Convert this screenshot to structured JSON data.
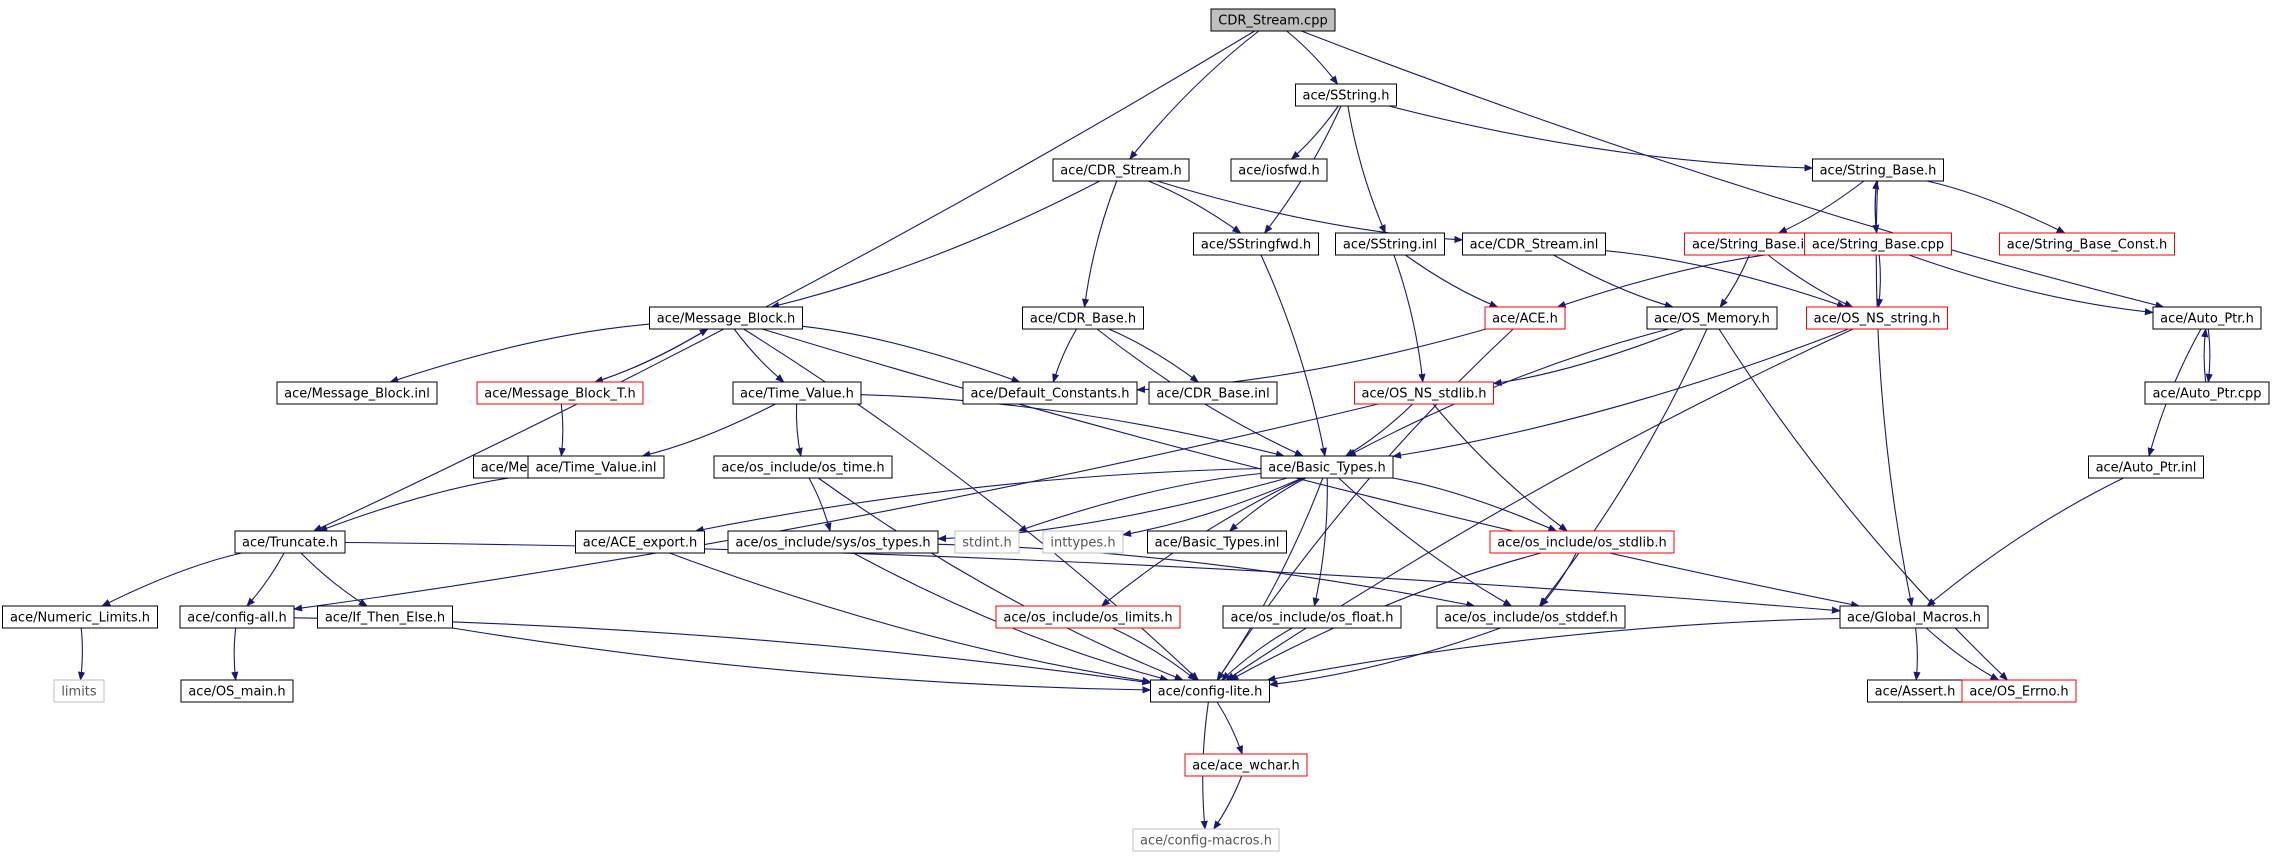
{
  "colors": {
    "edge": "#191970",
    "box_normal": "#000000",
    "box_red": "#ff0000",
    "box_grey": "#bfbfbf",
    "root_fill": "#bfbfbf"
  },
  "nodes": [
    {
      "id": "cdr_stream_cpp",
      "label": "CDR_Stream.cpp",
      "style": "root"
    },
    {
      "id": "sstring_h",
      "label": "ace/SString.h",
      "style": "normal"
    },
    {
      "id": "cdr_stream_h",
      "label": "ace/CDR_Stream.h",
      "style": "normal"
    },
    {
      "id": "iosfwd_h",
      "label": "ace/iosfwd.h",
      "style": "normal"
    },
    {
      "id": "string_base_h",
      "label": "ace/String_Base.h",
      "style": "normal"
    },
    {
      "id": "sstringfwd_h",
      "label": "ace/SStringfwd.h",
      "style": "normal"
    },
    {
      "id": "sstring_inl",
      "label": "ace/SString.inl",
      "style": "normal"
    },
    {
      "id": "cdr_stream_inl",
      "label": "ace/CDR_Stream.inl",
      "style": "normal"
    },
    {
      "id": "string_base_inl",
      "label": "ace/String_Base.inl",
      "style": "red"
    },
    {
      "id": "string_base_cpp",
      "label": "ace/String_Base.cpp",
      "style": "red"
    },
    {
      "id": "string_base_const_h",
      "label": "ace/String_Base_Const.h",
      "style": "red"
    },
    {
      "id": "message_block_h",
      "label": "ace/Message_Block.h",
      "style": "normal"
    },
    {
      "id": "cdr_base_h",
      "label": "ace/CDR_Base.h",
      "style": "normal"
    },
    {
      "id": "ace_h",
      "label": "ace/ACE.h",
      "style": "red"
    },
    {
      "id": "os_memory_h",
      "label": "ace/OS_Memory.h",
      "style": "normal"
    },
    {
      "id": "os_ns_string_h",
      "label": "ace/OS_NS_string.h",
      "style": "red"
    },
    {
      "id": "auto_ptr_h",
      "label": "ace/Auto_Ptr.h",
      "style": "normal"
    },
    {
      "id": "message_block_inl",
      "label": "ace/Message_Block.inl",
      "style": "normal"
    },
    {
      "id": "message_block_t_h",
      "label": "ace/Message_Block_T.h",
      "style": "red"
    },
    {
      "id": "time_value_h",
      "label": "ace/Time_Value.h",
      "style": "normal"
    },
    {
      "id": "default_constants_h",
      "label": "ace/Default_Constants.h",
      "style": "normal"
    },
    {
      "id": "cdr_base_inl",
      "label": "ace/CDR_Base.inl",
      "style": "normal"
    },
    {
      "id": "os_ns_stdlib_h",
      "label": "ace/OS_NS_stdlib.h",
      "style": "red"
    },
    {
      "id": "auto_ptr_cpp",
      "label": "ace/Auto_Ptr.cpp",
      "style": "normal"
    },
    {
      "id": "message_block_t_inl",
      "label": "ace/Message_Block_T.inl",
      "style": "normal"
    },
    {
      "id": "time_value_inl",
      "label": "ace/Time_Value.inl",
      "style": "normal"
    },
    {
      "id": "os_time_h",
      "label": "ace/os_include/os_time.h",
      "style": "normal"
    },
    {
      "id": "basic_types_h",
      "label": "ace/Basic_Types.h",
      "style": "normal"
    },
    {
      "id": "auto_ptr_inl",
      "label": "ace/Auto_Ptr.inl",
      "style": "normal"
    },
    {
      "id": "truncate_h",
      "label": "ace/Truncate.h",
      "style": "normal"
    },
    {
      "id": "ace_export_h",
      "label": "ace/ACE_export.h",
      "style": "normal"
    },
    {
      "id": "os_types_h",
      "label": "ace/os_include/sys/os_types.h",
      "style": "normal"
    },
    {
      "id": "stdint_h",
      "label": "stdint.h",
      "style": "grey"
    },
    {
      "id": "inttypes_h",
      "label": "inttypes.h",
      "style": "grey"
    },
    {
      "id": "basic_types_inl",
      "label": "ace/Basic_Types.inl",
      "style": "normal"
    },
    {
      "id": "os_stdlib_h",
      "label": "ace/os_include/os_stdlib.h",
      "style": "red"
    },
    {
      "id": "numeric_limits_h",
      "label": "ace/Numeric_Limits.h",
      "style": "normal"
    },
    {
      "id": "config_all_h",
      "label": "ace/config-all.h",
      "style": "normal"
    },
    {
      "id": "if_then_else_h",
      "label": "ace/If_Then_Else.h",
      "style": "normal"
    },
    {
      "id": "os_limits_h",
      "label": "ace/os_include/os_limits.h",
      "style": "red"
    },
    {
      "id": "os_float_h",
      "label": "ace/os_include/os_float.h",
      "style": "normal"
    },
    {
      "id": "os_stddef_h",
      "label": "ace/os_include/os_stddef.h",
      "style": "normal"
    },
    {
      "id": "global_macros_h",
      "label": "ace/Global_Macros.h",
      "style": "normal"
    },
    {
      "id": "limits",
      "label": "limits",
      "style": "grey"
    },
    {
      "id": "os_main_h",
      "label": "ace/OS_main.h",
      "style": "normal"
    },
    {
      "id": "config_lite_h",
      "label": "ace/config-lite.h",
      "style": "normal"
    },
    {
      "id": "assert_h",
      "label": "ace/Assert.h",
      "style": "normal"
    },
    {
      "id": "os_errno_h",
      "label": "ace/OS_Errno.h",
      "style": "red"
    },
    {
      "id": "ace_wchar_h",
      "label": "ace/ace_wchar.h",
      "style": "red"
    },
    {
      "id": "config_macros_h",
      "label": "ace/config-macros.h",
      "style": "grey"
    }
  ],
  "edges": [
    [
      "cdr_stream_cpp",
      "sstring_h"
    ],
    [
      "cdr_stream_cpp",
      "cdr_stream_h"
    ],
    [
      "cdr_stream_cpp",
      "truncate_h"
    ],
    [
      "cdr_stream_cpp",
      "auto_ptr_h"
    ],
    [
      "sstring_h",
      "iosfwd_h"
    ],
    [
      "sstring_h",
      "string_base_h"
    ],
    [
      "sstring_h",
      "sstringfwd_h"
    ],
    [
      "sstring_h",
      "sstring_inl"
    ],
    [
      "cdr_stream_h",
      "sstringfwd_h"
    ],
    [
      "cdr_stream_h",
      "cdr_stream_inl"
    ],
    [
      "cdr_stream_h",
      "message_block_h"
    ],
    [
      "cdr_stream_h",
      "cdr_base_h"
    ],
    [
      "string_base_h",
      "string_base_inl"
    ],
    [
      "string_base_h",
      "string_base_cpp"
    ],
    [
      "string_base_h",
      "string_base_const_h"
    ],
    [
      "string_base_h",
      "global_macros_h"
    ],
    [
      "string_base_cpp",
      "string_base_h"
    ],
    [
      "string_base_cpp",
      "ace_h"
    ],
    [
      "string_base_cpp",
      "os_ns_string_h"
    ],
    [
      "string_base_cpp",
      "auto_ptr_h"
    ],
    [
      "string_base_inl",
      "os_memory_h"
    ],
    [
      "string_base_inl",
      "os_ns_string_h"
    ],
    [
      "sstringfwd_h",
      "basic_types_h"
    ],
    [
      "sstring_inl",
      "ace_h"
    ],
    [
      "sstring_inl",
      "os_ns_stdlib_h"
    ],
    [
      "cdr_stream_inl",
      "os_memory_h"
    ],
    [
      "cdr_stream_inl",
      "os_ns_string_h"
    ],
    [
      "message_block_h",
      "message_block_inl"
    ],
    [
      "message_block_h",
      "message_block_t_h"
    ],
    [
      "message_block_h",
      "time_value_h"
    ],
    [
      "message_block_h",
      "default_constants_h"
    ],
    [
      "message_block_h",
      "global_macros_h"
    ],
    [
      "message_block_h",
      "config_lite_h"
    ],
    [
      "message_block_t_h",
      "message_block_h"
    ],
    [
      "message_block_t_h",
      "message_block_t_inl"
    ],
    [
      "cdr_base_h",
      "default_constants_h"
    ],
    [
      "cdr_base_h",
      "cdr_base_inl"
    ],
    [
      "cdr_base_h",
      "basic_types_h"
    ],
    [
      "ace_h",
      "default_constants_h"
    ],
    [
      "ace_h",
      "config_lite_h"
    ],
    [
      "os_memory_h",
      "os_ns_stdlib_h"
    ],
    [
      "os_memory_h",
      "basic_types_h"
    ],
    [
      "os_memory_h",
      "os_stddef_h"
    ],
    [
      "os_memory_h",
      "os_errno_h"
    ],
    [
      "os_ns_string_h",
      "basic_types_h"
    ],
    [
      "os_ns_string_h",
      "config_lite_h"
    ],
    [
      "auto_ptr_h",
      "auto_ptr_cpp"
    ],
    [
      "auto_ptr_h",
      "auto_ptr_inl"
    ],
    [
      "auto_ptr_cpp",
      "auto_ptr_h"
    ],
    [
      "auto_ptr_inl",
      "global_macros_h"
    ],
    [
      "time_value_h",
      "time_value_inl"
    ],
    [
      "time_value_h",
      "os_time_h"
    ],
    [
      "time_value_h",
      "basic_types_h"
    ],
    [
      "time_value_inl",
      "truncate_h"
    ],
    [
      "os_time_h",
      "os_types_h"
    ],
    [
      "os_time_h",
      "config_lite_h"
    ],
    [
      "os_ns_stdlib_h",
      "basic_types_h"
    ],
    [
      "os_ns_stdlib_h",
      "os_stdlib_h"
    ],
    [
      "os_ns_stdlib_h",
      "config_all_h"
    ],
    [
      "basic_types_h",
      "ace_export_h"
    ],
    [
      "basic_types_h",
      "os_types_h"
    ],
    [
      "basic_types_h",
      "stdint_h"
    ],
    [
      "basic_types_h",
      "inttypes_h"
    ],
    [
      "basic_types_h",
      "basic_types_inl"
    ],
    [
      "basic_types_h",
      "os_stdlib_h"
    ],
    [
      "basic_types_h",
      "os_limits_h"
    ],
    [
      "basic_types_h",
      "os_float_h"
    ],
    [
      "basic_types_h",
      "os_stddef_h"
    ],
    [
      "basic_types_h",
      "config_lite_h"
    ],
    [
      "truncate_h",
      "numeric_limits_h"
    ],
    [
      "truncate_h",
      "config_all_h"
    ],
    [
      "truncate_h",
      "if_then_else_h"
    ],
    [
      "truncate_h",
      "global_macros_h"
    ],
    [
      "ace_export_h",
      "config_lite_h"
    ],
    [
      "os_types_h",
      "os_stddef_h"
    ],
    [
      "os_types_h",
      "config_lite_h"
    ],
    [
      "os_stdlib_h",
      "os_stddef_h"
    ],
    [
      "os_stdlib_h",
      "config_lite_h"
    ],
    [
      "numeric_limits_h",
      "limits"
    ],
    [
      "config_all_h",
      "os_main_h"
    ],
    [
      "config_all_h",
      "config_lite_h"
    ],
    [
      "if_then_else_h",
      "config_lite_h"
    ],
    [
      "os_limits_h",
      "config_lite_h"
    ],
    [
      "os_float_h",
      "config_lite_h"
    ],
    [
      "os_stddef_h",
      "config_lite_h"
    ],
    [
      "global_macros_h",
      "config_lite_h"
    ],
    [
      "global_macros_h",
      "assert_h"
    ],
    [
      "global_macros_h",
      "os_errno_h"
    ],
    [
      "config_lite_h",
      "ace_wchar_h"
    ],
    [
      "config_lite_h",
      "config_macros_h"
    ],
    [
      "ace_wchar_h",
      "config_macros_h"
    ]
  ]
}
